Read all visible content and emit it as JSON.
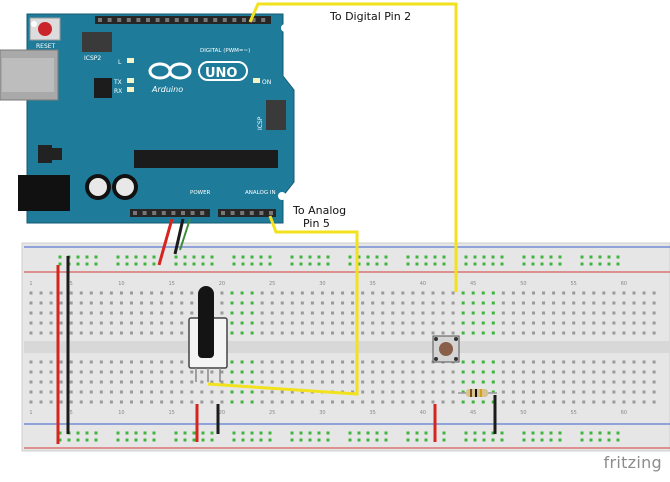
{
  "annotations": {
    "digital_pin": "To Digital Pin 2",
    "analog_pin_line1": "To Analog",
    "analog_pin_line2": "Pin 5"
  },
  "board": {
    "name": "Arduino",
    "model": "UNO",
    "reset_label": "RESET",
    "icsp2_label": "ICSP2",
    "icsp_label": "ICSP",
    "digital_header_label": "DIGITAL (PWM=~)",
    "power_label": "POWER",
    "analog_label": "ANALOG IN",
    "led_l": "L",
    "led_tx": "TX",
    "led_rx": "RX",
    "led_on": "ON"
  },
  "breadboard": {
    "column_numbers": [
      "1",
      "5",
      "10",
      "15",
      "20",
      "25",
      "30",
      "35",
      "40",
      "45",
      "50",
      "55",
      "60"
    ]
  },
  "brand": "fritzing",
  "colors": {
    "board": "#1e7c9a",
    "wire_signal": "#f2e21e",
    "wire_power": "#d6241f",
    "wire_ground": "#1b1b1b",
    "breadboard": "#e6e6e6",
    "hole_active": "#3fb43c"
  }
}
